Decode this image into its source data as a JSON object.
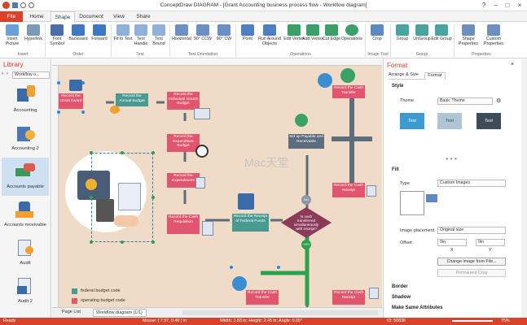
{
  "app": {
    "title": "ConceptDraw DIAGRAM - [Grant Accounting business process flow - Workflow diagram]"
  },
  "tabs": [
    "File",
    "Home",
    "Shape",
    "Document",
    "View",
    "Share"
  ],
  "ribbon": {
    "groups": [
      {
        "name": "Insert",
        "buttons": [
          "Insert Picture",
          "Hyperlink"
        ]
      },
      {
        "name": "Order",
        "buttons": [
          "Font Symbol",
          "Backward",
          "Forward"
        ]
      },
      {
        "name": "Text",
        "buttons": [
          "Fit to Text",
          "Text Handle",
          "Text Bound"
        ]
      },
      {
        "name": "Text Orientation",
        "buttons": [
          "Horizontal",
          "90° CCW",
          "90° CW"
        ]
      },
      {
        "name": "Operations",
        "buttons": [
          "Point",
          "Run Around Objects",
          "Edit Vertex",
          "Add Vertex",
          "Cut Edge",
          "Operations"
        ]
      },
      {
        "name": "Image Tool",
        "buttons": [
          "Crop"
        ]
      },
      {
        "name": "Group",
        "buttons": [
          "Group",
          "UnGroup",
          "Edit Group"
        ]
      },
      {
        "name": "Properties",
        "buttons": [
          "Shape Properties",
          "Custom Properties"
        ]
      }
    ]
  },
  "library": {
    "title": "Library",
    "dropdown": "Workflow o...",
    "items": [
      "Accounting",
      "Accounting 2",
      "Accounts payable",
      "Accounts receivable",
      "Audit",
      "Audit 2"
    ]
  },
  "diagram": {
    "boxes": {
      "b1": "Record the Grant Award",
      "b2": "Record the Annual Budget",
      "b3": "Record the Individual Grants Budget",
      "b4": "Record the Expenditure Budget",
      "b5": "Record the Expenditures",
      "b6": "Record the Cash Requisition",
      "b7": "Record the Receipt of Federal Funds",
      "b8": "Is cash transferred simultaneously with receipt?",
      "b9": "Set up Payable and Receivable",
      "b10": "Record the Cash Transfer",
      "b11": "Record the Cash Receipt",
      "b12": "Record the Cash Transfer",
      "b13": "Record the Cash Receipt"
    },
    "no_label": "NO",
    "yes_label": "YES",
    "legend": [
      "federal budget code",
      "operating budget code"
    ],
    "watermark": "Mac天堂"
  },
  "format_panel": {
    "title": "Format",
    "tabs": [
      "Arrange & Size",
      "Format"
    ],
    "sections": {
      "style": "Style",
      "fill": "Fill",
      "border": "Border",
      "shadow": "Shadow",
      "make_same": "Make Same Attributes"
    },
    "theme_label": "Theme",
    "theme_value": "Basic Theme",
    "swatches": [
      "Text",
      "Text",
      "Text"
    ],
    "type_label": "Type",
    "type_value": "Custom Images",
    "image_placement_label": "Image placement",
    "image_placement_value": "Original size",
    "offset_label": "Offset",
    "offset_x": "0in",
    "offset_y": "0in",
    "x_label": "X",
    "y_label": "Y",
    "change_image_button": "Change image from File...",
    "permanent_crop_button": "Permanent Crop"
  },
  "page_tabs": {
    "label": "Page List",
    "current": "Workflow diagram (1/1)"
  },
  "statusbar": {
    "ready": "Ready",
    "mouse": "Mouse: [ 7.97, 0.49 ] in",
    "size": "Width: 1.83 in;  Height: 2.45 in;  Angle: 0.00°",
    "id": "ID: 50836",
    "zoom": "75%"
  },
  "colors": {
    "accent": "#d6422a",
    "pink_box": "#e2556f",
    "teal_box": "#4a9a94",
    "gray_box": "#5d6d7e",
    "page_bg": "#f0dcc6"
  }
}
